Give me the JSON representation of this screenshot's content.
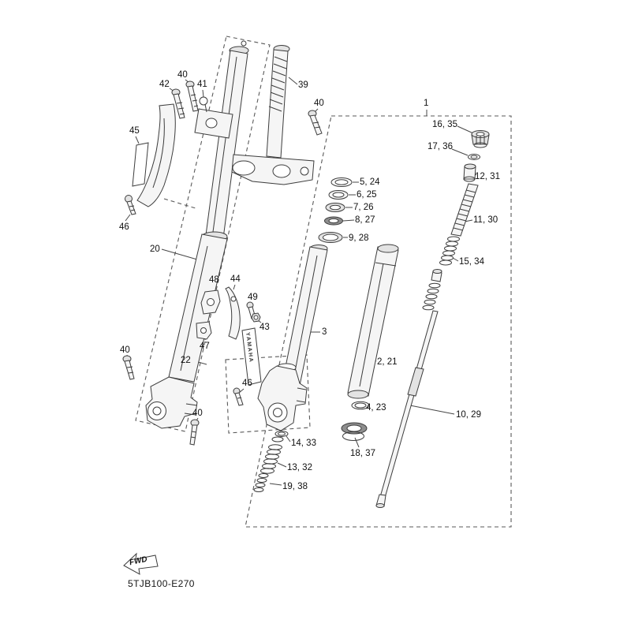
{
  "diagram": {
    "code": "5TJB100-E270",
    "fwd": "FWD",
    "brand": "YAMAHA"
  },
  "labels": {
    "p42": "42",
    "p40a": "40",
    "p41": "41",
    "p39": "39",
    "p40b": "40",
    "p1": "1",
    "p16_35": "16, 35",
    "p17_36": "17, 36",
    "p12_31": "12, 31",
    "p5_24": "5, 24",
    "p6_25": "6, 25",
    "p7_26": "7, 26",
    "p8_27": "8, 27",
    "p9_28": "9, 28",
    "p11_30": "11, 30",
    "p15_34": "15, 34",
    "p45": "45",
    "p46a": "46",
    "p20": "20",
    "p48": "48",
    "p44": "44",
    "p49": "49",
    "p43": "43",
    "p3": "3",
    "p2_21": "2, 21",
    "p47": "47",
    "p22": "22",
    "p40c": "40",
    "p46b": "46",
    "p4_23": "4, 23",
    "p14_33": "14, 33",
    "p18_37": "18, 37",
    "p10_29": "10, 29",
    "p13_32": "13, 32",
    "p19_38": "19, 38",
    "p40d": "40"
  }
}
